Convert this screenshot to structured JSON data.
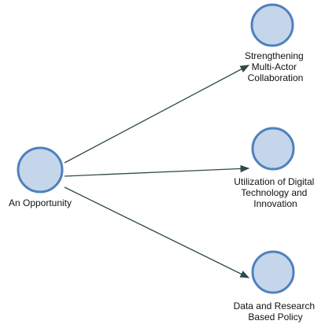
{
  "diagram": {
    "colors": {
      "node_fill": "#c5d6ea",
      "node_stroke": "#4f81bd",
      "edge": "#2e4a4a",
      "text": "#111111"
    },
    "nodes": [
      {
        "id": "opportunity",
        "label_lines": [
          "An Opportunity"
        ]
      },
      {
        "id": "collaboration",
        "label_lines": [
          "Strengthening",
          "Multi-Actor",
          "Collaboration"
        ]
      },
      {
        "id": "digital",
        "label_lines": [
          "Utilization of Digital",
          "Technology and",
          "Innovation"
        ]
      },
      {
        "id": "policy",
        "label_lines": [
          "Data and Research",
          "Based Policy"
        ]
      }
    ],
    "edges": [
      {
        "from": "opportunity",
        "to": "collaboration"
      },
      {
        "from": "opportunity",
        "to": "digital"
      },
      {
        "from": "opportunity",
        "to": "policy"
      }
    ]
  }
}
